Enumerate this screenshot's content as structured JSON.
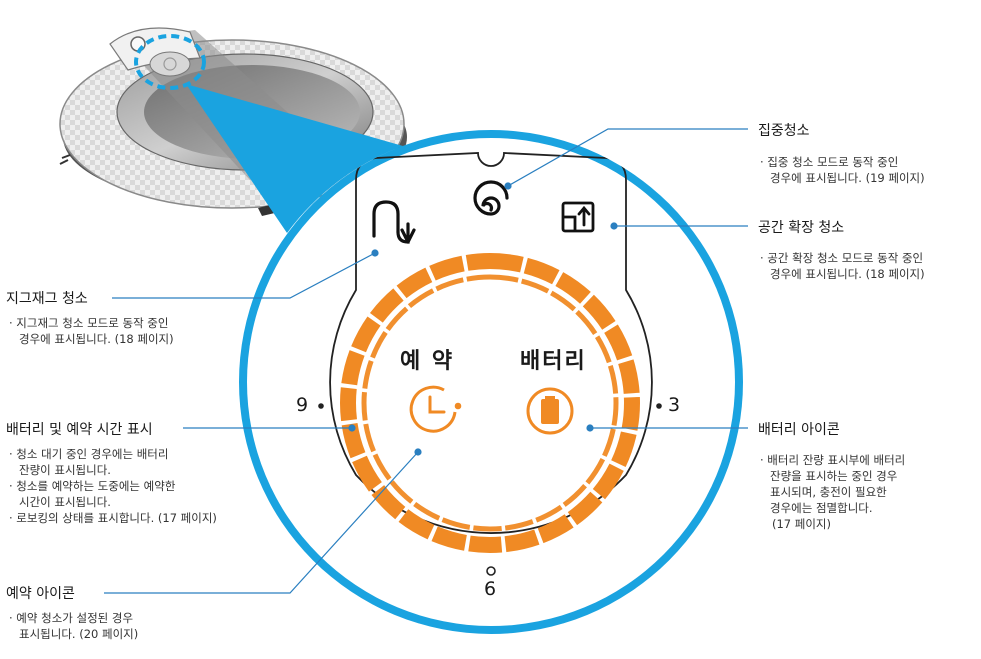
{
  "labels": {
    "zigzag": {
      "title": "지그재그 청소",
      "desc": [
        "· 지그재그 청소 모드로 동작 중인",
        "경우에 표시됩니다. (18 페이지)"
      ]
    },
    "battery_time": {
      "title": "배터리 및 예약 시간 표시",
      "desc": [
        "· 청소 대기 중인 경우에는 배터리",
        "잔량이 표시됩니다.",
        "· 청소를 예약하는 도중에는 예약한",
        "시간이 표시됩니다.",
        "· 로보킹의 상태를 표시합니다. (17 페이지)"
      ]
    },
    "reserve_icon": {
      "title": "예약 아이콘",
      "desc": [
        "· 예약 청소가 설정된 경우",
        "표시됩니다. (20 페이지)"
      ]
    },
    "focus": {
      "title": "집중청소",
      "desc": [
        "· 집중 청소 모드로 동작 중인",
        "경우에 표시됩니다. (19 페이지)"
      ]
    },
    "space": {
      "title": "공간 확장 청소",
      "desc": [
        "· 공간 확장 청소 모드로 동작 중인",
        "경우에 표시됩니다. (18 페이지)"
      ]
    },
    "battery_icon": {
      "title": "배터리 아이콘",
      "desc": [
        "· 배터리 잔량 표시부에 배터리",
        "잔량을 표시하는 중인 경우",
        "표시되며, 충전이 필요한",
        "경우에는 점멸합니다.",
        "(17 페이지)"
      ]
    }
  },
  "display": {
    "reserve_text": "예 약",
    "battery_text": "배터리",
    "num_9": "9",
    "num_3": "3",
    "num_6": "6"
  },
  "colors": {
    "accent_orange": "#f08a24",
    "callout_blue": "#1aa3e0",
    "line_blue": "#2a7fc0"
  }
}
